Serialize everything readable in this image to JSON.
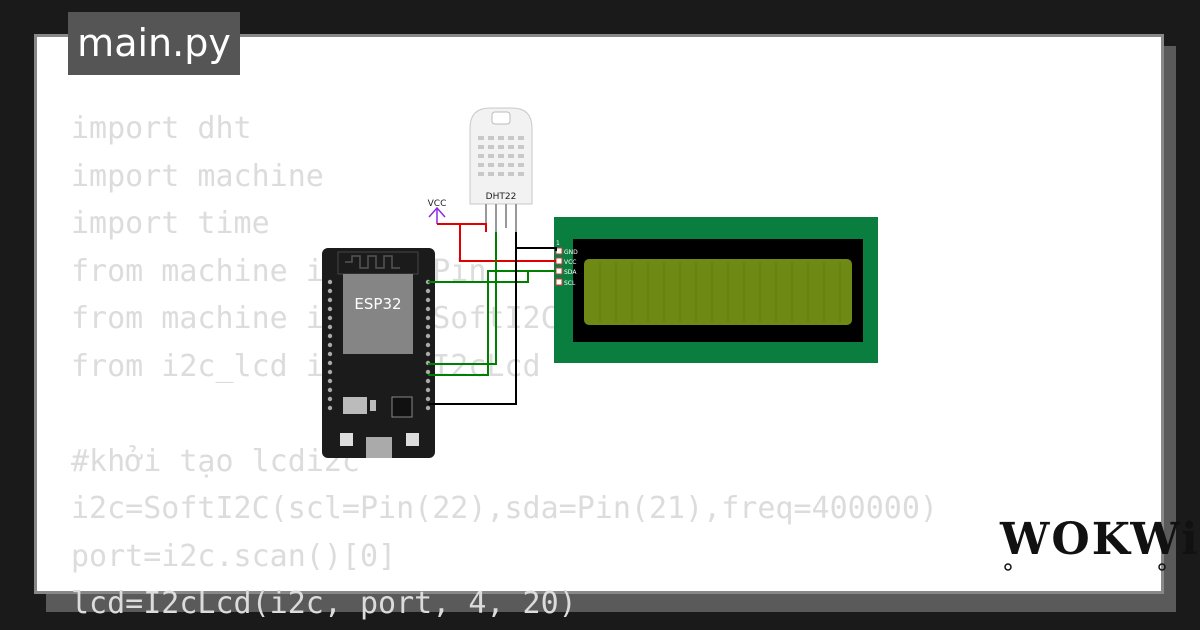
{
  "editor": {
    "filename": "main.py",
    "code_lines": [
      "import dht",
      "import machine",
      "import time",
      "from machine import Pin",
      "from machine import SoftI2C, Pin",
      "from i2c_lcd import I2cLcd",
      "",
      "#khởi tạo lcdi2c",
      "i2c=SoftI2C(scl=Pin(22),sda=Pin(21),freq=400000)",
      "port=i2c.scan()[0]",
      "lcd=I2cLcd(i2c, port, 4, 20)"
    ]
  },
  "circuit": {
    "esp32": {
      "label": "ESP32"
    },
    "dht22": {
      "label": "DHT22"
    },
    "vcc_label": "VCC",
    "lcd": {
      "pin1_label": "1",
      "pins": [
        "GND",
        "VCC",
        "SDA",
        "SCL"
      ],
      "board_color": "#0a7e3e",
      "screen_color": "#6e8a14"
    },
    "wire_colors": {
      "power": "#e00000",
      "signal": "#008000",
      "ground": "#000000"
    }
  },
  "brand": {
    "name": "WOKWi"
  }
}
